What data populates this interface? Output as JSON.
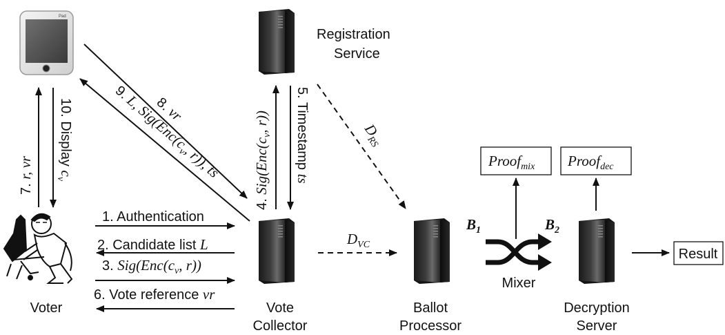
{
  "nodes": {
    "voter": "Voter",
    "registration_line1": "Registration",
    "registration_line2": "Service",
    "vote_collector_line1": "Vote",
    "vote_collector_line2": "Collector",
    "ballot_processor_line1": "Ballot",
    "ballot_processor_line2": "Processor",
    "decryption_line1": "Decryption",
    "decryption_line2": "Server",
    "mixer": "Mixer",
    "result": "Result"
  },
  "pad_brand": "Pad",
  "messages": {
    "m1": "1. Authentication",
    "m2_text": "2. Candidate list ",
    "m2_var": "L",
    "m3_num": "3. ",
    "m3_math": "Sig(Enc(c",
    "m3_sub": "v",
    "m3_tail": ", r))",
    "m4_num": "4. ",
    "m4_math": "Sig(Enc(c",
    "m4_sub": "v",
    "m4_tail": ", r))",
    "m5_text": "5. Timestamp ",
    "m5_var": "ts",
    "m6_text": "6. Vote reference ",
    "m6_var": "vr",
    "m7_num": "7. ",
    "m7_var": "r, vr",
    "m8_num": "8. ",
    "m8_var": "vr",
    "m9_num": "9. ",
    "m9_math": "L, Sig(Enc(c",
    "m9_sub": "v",
    "m9_tail": ", r)), ts",
    "m10_text": "10. Display ",
    "m10_var": "c",
    "m10_sub": "v"
  },
  "flows": {
    "d_rs": "D",
    "d_rs_sub": "RS",
    "d_vc": "D",
    "d_vc_sub": "VC",
    "b1": "B",
    "b1_sub": "1",
    "b2": "B",
    "b2_sub": "2"
  },
  "proofs": {
    "mix": "Proof",
    "mix_sub": "mix",
    "dec": "Proof",
    "dec_sub": "dec"
  }
}
